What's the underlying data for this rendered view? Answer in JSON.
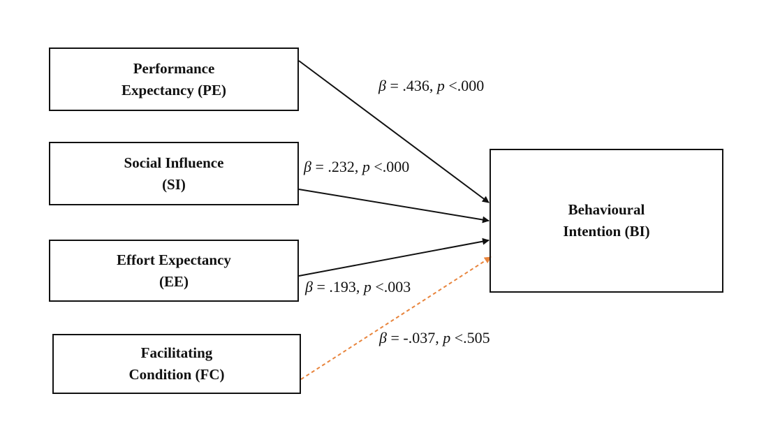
{
  "nodes": {
    "pe": {
      "line1": "Performance",
      "line2": "Expectancy (PE)"
    },
    "si": {
      "line1": "Social Influence",
      "line2": "(SI)"
    },
    "ee": {
      "line1": "Effort Expectancy",
      "line2": "(EE)"
    },
    "fc": {
      "line1": "Facilitating",
      "line2": "Condition (FC)"
    },
    "bi": {
      "line1": "Behavioural",
      "line2": "Intention (BI)"
    }
  },
  "paths": {
    "pe": {
      "beta_symbol": "β",
      "beta": " = .436, ",
      "p_symbol": "p",
      "p": " <.000"
    },
    "si": {
      "beta_symbol": "β",
      "beta": " = .232, ",
      "p_symbol": "p",
      "p": " <.000"
    },
    "ee": {
      "beta_symbol": "β",
      "beta": " = .193, ",
      "p_symbol": "p",
      "p": " <.003"
    },
    "fc": {
      "beta_symbol": "β",
      "beta": " = -.037, ",
      "p_symbol": "p",
      "p": " <.505"
    }
  },
  "colors": {
    "line": "#111111",
    "nonsignificant": "#e8843c"
  }
}
